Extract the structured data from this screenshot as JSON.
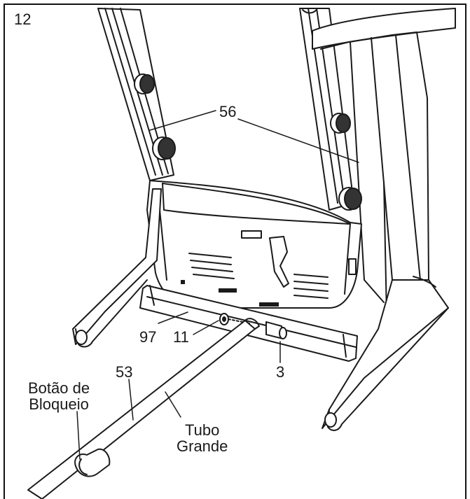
{
  "step": "12",
  "labels": {
    "p56": "56",
    "p97": "97",
    "p11": "11",
    "p3": "3",
    "p53": "53",
    "lock_button_line1": "Botão de",
    "lock_button_line2": "Bloqueio",
    "big_tube_line1": "Tubo",
    "big_tube_line2": "Grande"
  },
  "colors": {
    "line": "#1a1a1a",
    "fill": "#ffffff"
  }
}
